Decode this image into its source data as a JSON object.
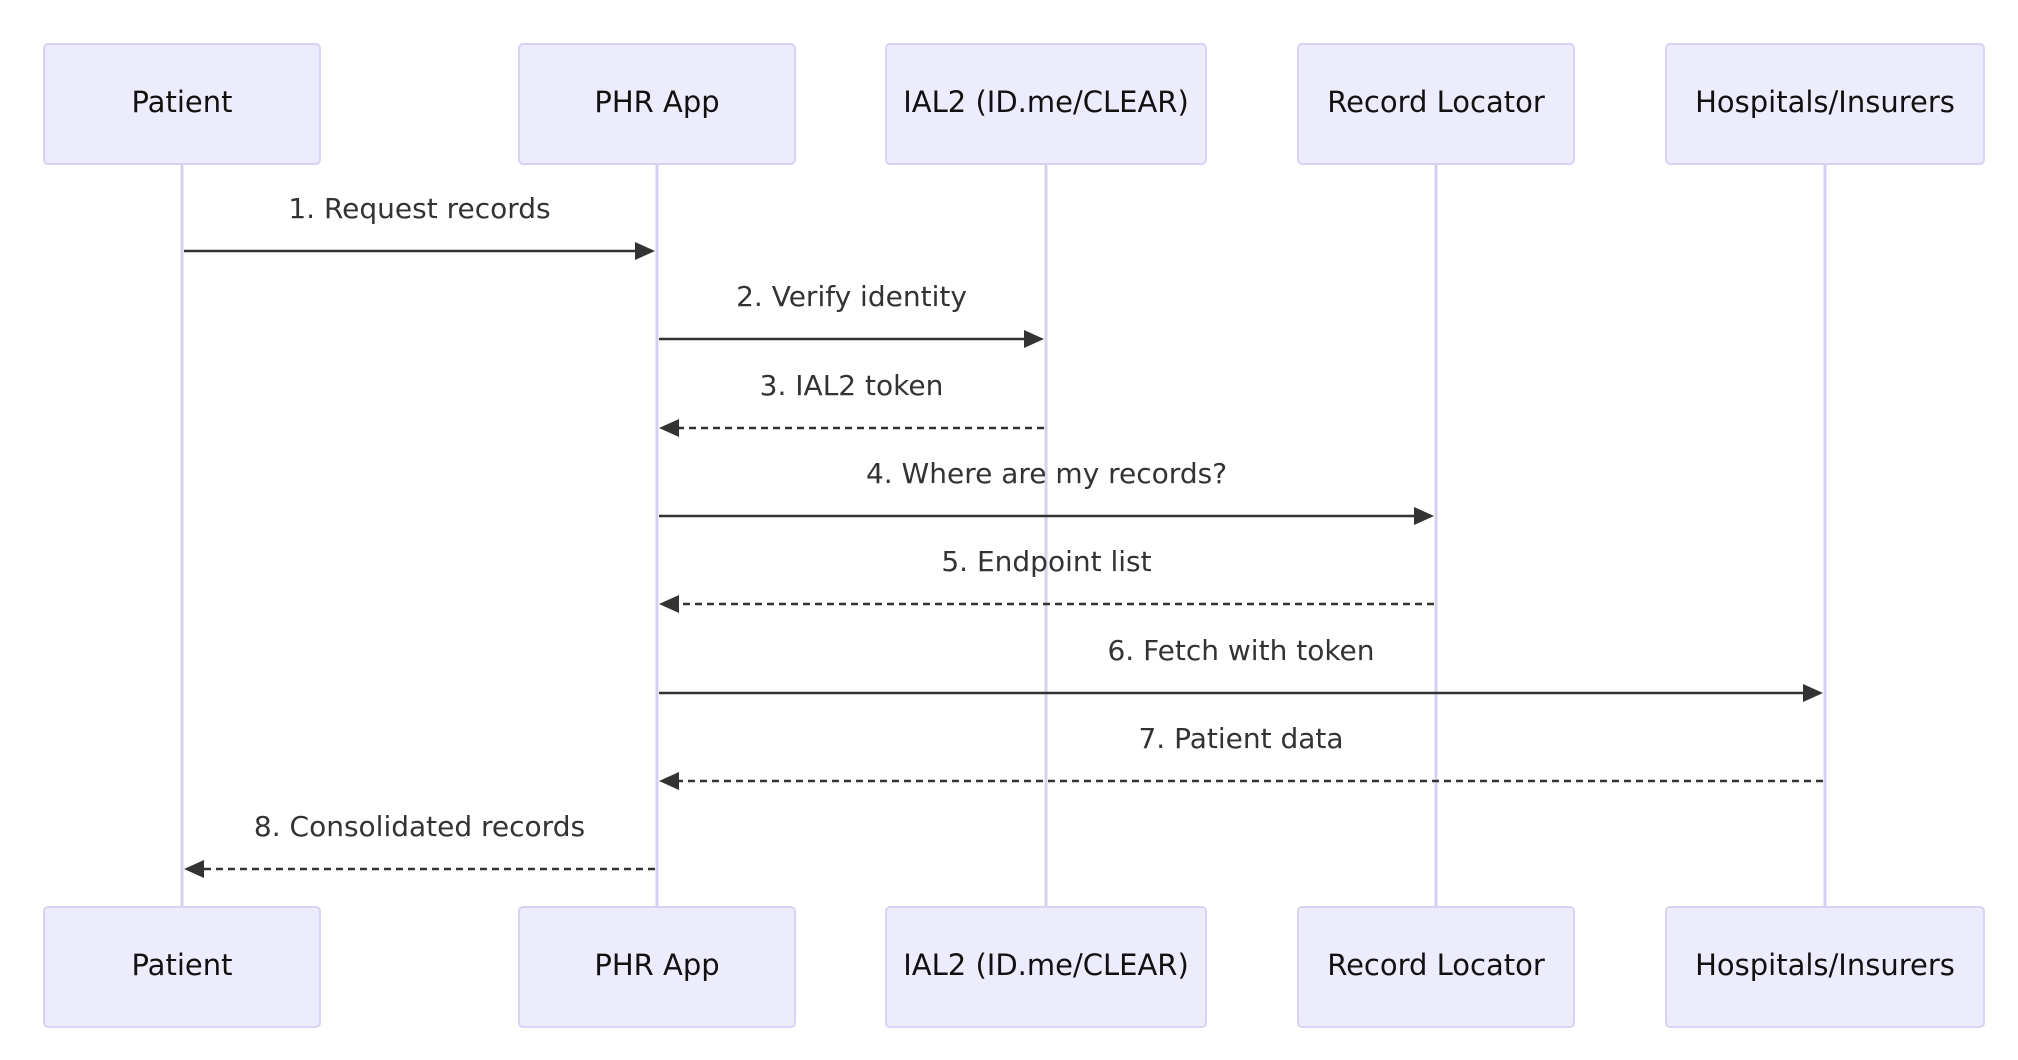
{
  "participants": [
    {
      "id": "patient",
      "label": "Patient"
    },
    {
      "id": "phr",
      "label": "PHR App"
    },
    {
      "id": "ial2",
      "label": "IAL2 (ID.me/CLEAR)"
    },
    {
      "id": "locator",
      "label": "Record Locator"
    },
    {
      "id": "hospitals",
      "label": "Hospitals/Insurers"
    }
  ],
  "messages": [
    {
      "from": "patient",
      "to": "phr",
      "label": "1. Request records",
      "style": "solid"
    },
    {
      "from": "phr",
      "to": "ial2",
      "label": "2. Verify identity",
      "style": "solid"
    },
    {
      "from": "ial2",
      "to": "phr",
      "label": "3. IAL2 token",
      "style": "dashed"
    },
    {
      "from": "phr",
      "to": "locator",
      "label": "4. Where are my records?",
      "style": "solid"
    },
    {
      "from": "locator",
      "to": "phr",
      "label": "5. Endpoint list",
      "style": "dashed"
    },
    {
      "from": "phr",
      "to": "hospitals",
      "label": "6. Fetch with token",
      "style": "solid"
    },
    {
      "from": "hospitals",
      "to": "phr",
      "label": "7. Patient data",
      "style": "dashed"
    },
    {
      "from": "phr",
      "to": "patient",
      "label": "8. Consolidated records",
      "style": "dashed"
    }
  ],
  "colors": {
    "actor_fill": "#ececfd",
    "actor_border": "#d7d4f3",
    "lifeline": "#d4d1ee",
    "arrow": "#333333"
  }
}
